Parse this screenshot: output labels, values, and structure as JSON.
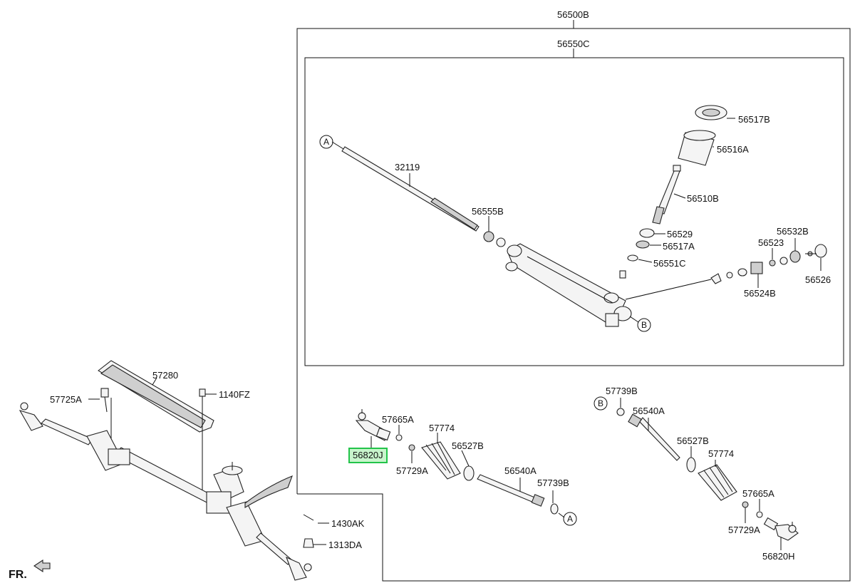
{
  "diagram": {
    "front_label": "FR.",
    "highlighted_part": "56820J",
    "callouts": {
      "A": "A",
      "B": "B"
    },
    "parts": {
      "p56500B": "56500B",
      "p56550C": "56550C",
      "p56517B": "56517B",
      "p56516A": "56516A",
      "p32119": "32119",
      "p56510B": "56510B",
      "p56555B": "56555B",
      "p56529": "56529",
      "p56517A": "56517A",
      "p56551C": "56551C",
      "p56532B": "56532B",
      "p56523": "56523",
      "p56524B": "56524B",
      "p56526": "56526",
      "p57280": "57280",
      "p57725A": "57725A",
      "p1140FZ": "1140FZ",
      "p1430AK": "1430AK",
      "p1313DA": "1313DA",
      "p57665A_l": "57665A",
      "p57774_l": "57774",
      "p56527B_l": "56527B",
      "p57729A_l": "57729A",
      "p56540A_l": "56540A",
      "p57739B_l": "57739B",
      "p57739B_r": "57739B",
      "p56540A_r": "56540A",
      "p56527B_r": "56527B",
      "p57774_r": "57774",
      "p57665A_r": "57665A",
      "p57729A_r": "57729A",
      "p56820H": "56820H"
    }
  },
  "colors": {
    "highlight_border": "#22c44a",
    "highlight_fill": "#c8f5cc",
    "line": "#111111"
  }
}
